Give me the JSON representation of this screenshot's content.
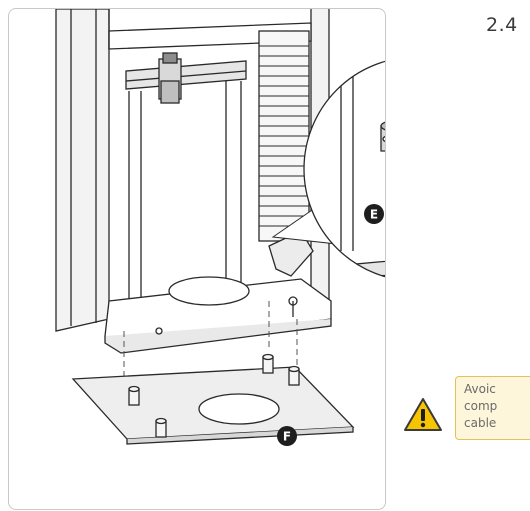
{
  "section": {
    "number": "2.4"
  },
  "callouts": {
    "detail": "E",
    "plate": "F"
  },
  "warning": {
    "lines": [
      "Avoic",
      "comp",
      "cable"
    ],
    "icon": "warning-triangle-icon"
  },
  "colors": {
    "panel_border": "#c8c8c8",
    "note_background": "#fdf6da",
    "note_border": "#e2c35a",
    "warning_yellow": "#f6c400"
  }
}
